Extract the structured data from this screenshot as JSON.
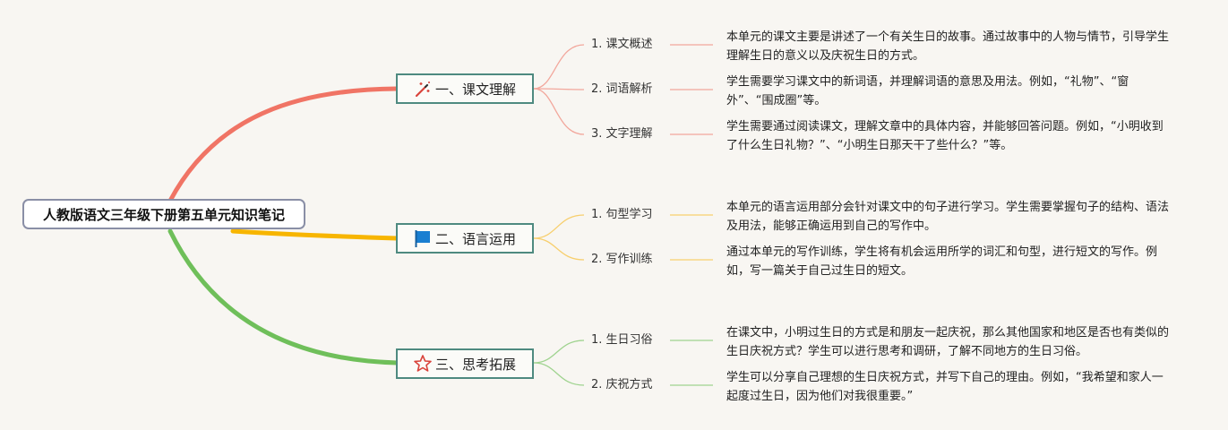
{
  "root": {
    "title": "人教版语文三年级下册第五单元知识笔记"
  },
  "colors": {
    "branch1": "#f07465",
    "branch2": "#f7b500",
    "branch3": "#6fbf5a",
    "node_border": "#4e8a80"
  },
  "branches": [
    {
      "label": "一、课文理解",
      "icon": "magic-wand-icon",
      "items": [
        {
          "label": "1. 课文概述",
          "desc": "本单元的课文主要是讲述了一个有关生日的故事。通过故事中的人物与情节，引导学生理解生日的意义以及庆祝生日的方式。"
        },
        {
          "label": "2. 词语解析",
          "desc": "学生需要学习课文中的新词语，并理解词语的意思及用法。例如，“礼物”、“窗外”、“围成圈”等。"
        },
        {
          "label": "3. 文字理解",
          "desc": "学生需要通过阅读课文，理解文章中的具体内容，并能够回答问题。例如，“小明收到了什么生日礼物？”、“小明生日那天干了些什么？”等。"
        }
      ]
    },
    {
      "label": "二、语言运用",
      "icon": "flag-icon",
      "items": [
        {
          "label": "1. 句型学习",
          "desc": "本单元的语言运用部分会针对课文中的句子进行学习。学生需要掌握句子的结构、语法及用法，能够正确运用到自己的写作中。"
        },
        {
          "label": "2. 写作训练",
          "desc": "通过本单元的写作训练，学生将有机会运用所学的词汇和句型，进行短文的写作。例如，写一篇关于自己过生日的短文。"
        }
      ]
    },
    {
      "label": "三、思考拓展",
      "icon": "star-icon",
      "items": [
        {
          "label": "1. 生日习俗",
          "desc": "在课文中，小明过生日的方式是和朋友一起庆祝，那么其他国家和地区是否也有类似的生日庆祝方式？学生可以进行思考和调研，了解不同地方的生日习俗。"
        },
        {
          "label": "2. 庆祝方式",
          "desc": "学生可以分享自己理想的生日庆祝方式，并写下自己的理由。例如，“我希望和家人一起度过生日，因为他们对我很重要。”"
        }
      ]
    }
  ]
}
